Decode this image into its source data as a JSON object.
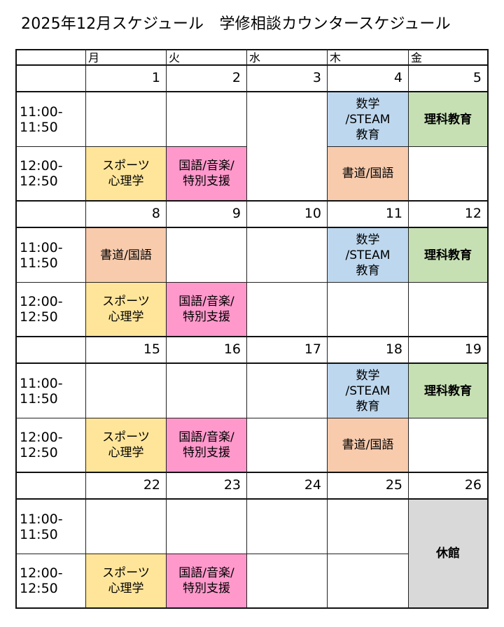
{
  "title": "2025年12月スケジュール　学修相談カウンタースケジュール",
  "days_of_week": [
    "月",
    "火",
    "水",
    "木",
    "金"
  ],
  "time_slots": [
    "11:00-\n11:50",
    "12:00-\n12:50"
  ],
  "weeks": [
    {
      "dates": [
        "1",
        "2",
        "3",
        "4",
        "5"
      ],
      "slot1": [
        "",
        "",
        "",
        "数学\n/STEAM\n教育",
        "理科教育"
      ],
      "slot2": [
        "スポーツ\n心理学",
        "国語/音楽/\n特別支援",
        "",
        "書道/国語",
        ""
      ]
    },
    {
      "dates": [
        "8",
        "9",
        "10",
        "11",
        "12"
      ],
      "slot1": [
        "書道/国語",
        "",
        "",
        "数学\n/STEAM\n教育",
        "理科教育"
      ],
      "slot2": [
        "スポーツ\n心理学",
        "国語/音楽/\n特別支援",
        "",
        "",
        ""
      ]
    },
    {
      "dates": [
        "15",
        "16",
        "17",
        "18",
        "19"
      ],
      "slot1": [
        "",
        "",
        "",
        "数学\n/STEAM\n教育",
        "理科教育"
      ],
      "slot2": [
        "スポーツ\n心理学",
        "国語/音楽/\n特別支援",
        "",
        "書道/国語",
        ""
      ]
    },
    {
      "dates": [
        "22",
        "23",
        "24",
        "25",
        "26"
      ],
      "slot1": [
        "",
        "",
        "",
        "",
        ""
      ],
      "slot2": [
        "スポーツ\n心理学",
        "国語/音楽/\n特別支援",
        "",
        "",
        ""
      ],
      "closed_label": "休館"
    }
  ],
  "colors": {
    "sports": "#FEE59A",
    "kokugo_music": "#FF99CC",
    "math_steam": "#BDD7EE",
    "shodo": "#F8CBAD",
    "science": "#C6E0B4",
    "closed": "#D9D9D9"
  }
}
